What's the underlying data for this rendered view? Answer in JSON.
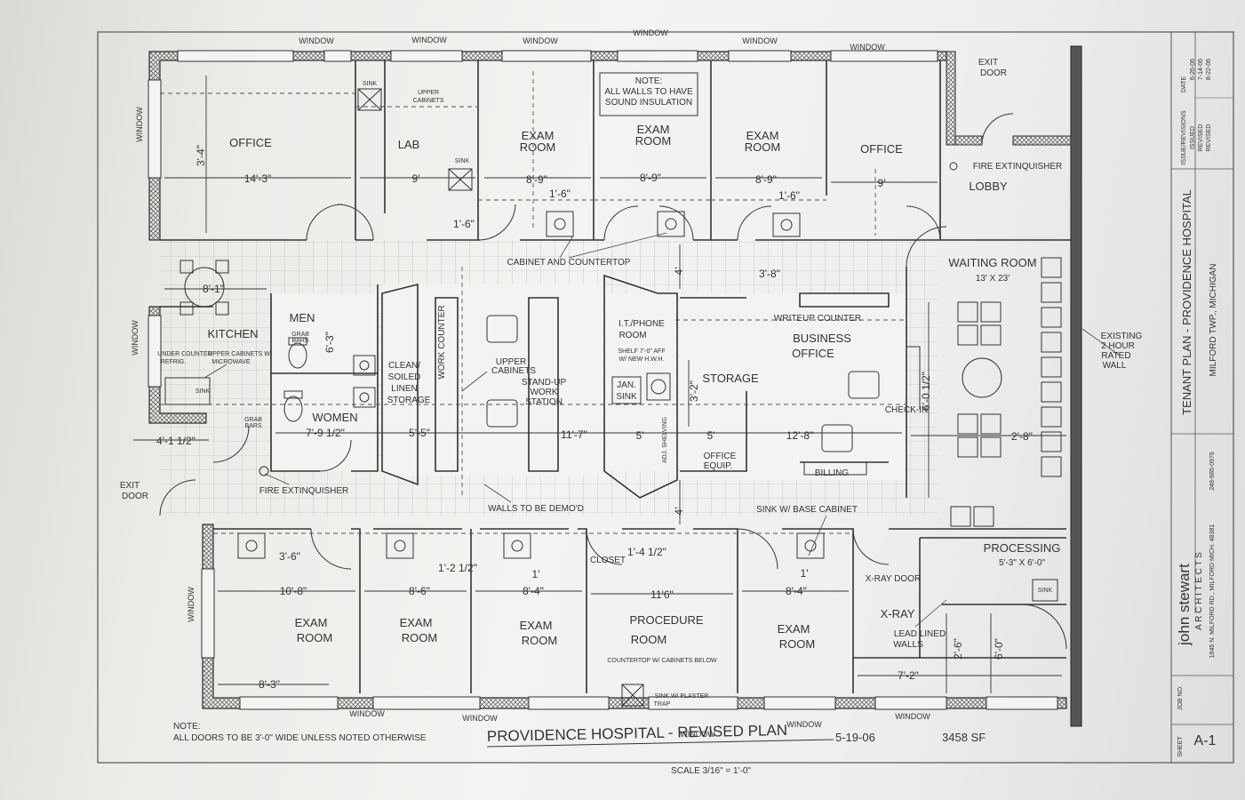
{
  "plan": {
    "title": "PROVIDENCE HOSPITAL - REVISED PLAN",
    "title_date": "5-19-06",
    "area": "3458 SF",
    "scale": "SCALE 3/16\" = 1'-0\"",
    "note_heading": "NOTE:",
    "note_text": "ALL DOORS TO BE 3'-0\" WIDE UNLESS NOTED OTHERWISE",
    "sound_note_1": "NOTE:",
    "sound_note_2": "ALL WALLS TO HAVE",
    "sound_note_3": "SOUND INSULATION",
    "window": "WINDOW",
    "exit_door_1": "EXIT",
    "exit_door_2": "DOOR",
    "existing_wall_1": "EXISTING",
    "existing_wall_2": "2 HOUR",
    "existing_wall_3": "RATED",
    "existing_wall_4": "WALL"
  },
  "rooms": {
    "office": "OFFICE",
    "lab": "LAB",
    "exam_1": "EXAM",
    "exam_2": "ROOM",
    "lobby": "LOBBY",
    "waiting": "WAITING ROOM",
    "waiting_size": "13' X 23'",
    "kitchen": "KITCHEN",
    "men": "MEN",
    "women": "WOMEN",
    "clean_1": "CLEAN/",
    "clean_2": "SOILED",
    "clean_3": "LINEN",
    "clean_4": "STORAGE",
    "work_counter": "WORK COUNTER",
    "upper_cab_1": "UPPER",
    "upper_cab_2": "CABINETS",
    "standup_1": "STAND-UP",
    "standup_2": "WORK",
    "standup_3": "STATION",
    "it_1": "I.T./PHONE",
    "it_2": "ROOM",
    "it_shelf_1": "SHELF 7'-0\" AFF",
    "it_shelf_2": "W/ NEW H.W.H.",
    "jan_1": "JAN.",
    "jan_2": "SINK",
    "storage": "STORAGE",
    "business_1": "BUSINESS",
    "business_2": "OFFICE",
    "writeup": "WRITEUP COUNTER",
    "checkin": "CHECK-IN",
    "billing": "BILLING",
    "office_equip_1": "OFFICE",
    "office_equip_2": "EQUIP.",
    "adj_shelving": "ADJ. SHELVING",
    "closet": "CLOSET",
    "procedure_1": "PROCEDURE",
    "procedure_2": "ROOM",
    "xray": "X-RAY",
    "xray_door": "X-RAY DOOR",
    "lead_1": "LEAD LINED",
    "lead_2": "WALLS",
    "processing": "PROCESSING",
    "processing_size": "5'-3\" X 6'-0\"",
    "sink": "SINK",
    "grab_1": "GRAB",
    "grab_2": "BARS",
    "under_1": "UNDER COUNTER",
    "under_2": "REFRIG.",
    "upper_micro_1": "UPPER CABINETS W/",
    "upper_micro_2": "MICROWAVE"
  },
  "labels": {
    "cabinet_countertop": "CABINET AND COUNTERTOP",
    "fire_ext": "FIRE EXTINQUISHER",
    "walls_demo": "WALLS TO BE DEMO'D",
    "sink_base": "SINK W/ BASE CABINET",
    "countertop_below": "COUNTERTOP W/ CABINETS BELOW",
    "sink_plaster_1": "SINK W/ PLASTER",
    "sink_plaster_2": "TRAP"
  },
  "dims": {
    "d_3_4": "3'-4\"",
    "d_14_3": "14'-3\"",
    "d_9": "9'",
    "d_8_9": "8'-9\"",
    "d_1_6": "1'-6\"",
    "d_4": "4'",
    "d_3_8": "3'-8\"",
    "d_8_1": "8'-1\"",
    "d_6_3": "6'-3\"",
    "d_7_9h": "7'-9 1/2\"",
    "d_5_5": "5'-5\"",
    "d_11_7": "11'-7\"",
    "d_5": "5'",
    "d_12_8": "12'-8\"",
    "d_2_8": "2'-8\"",
    "d_4_1h": "4'-1 1/2\"",
    "d_3_2": "3'-2\"",
    "d_6_0h": "6'-0 1/2\"",
    "d_3_6": "3'-6\"",
    "d_1_2h": "1'-2 1/2\"",
    "d_1": "1'",
    "d_1_4h": "1'-4 1/2\"",
    "d_11_6": "11'6\"",
    "d_10_8": "10'-8\"",
    "d_8_6": "8'-6\"",
    "d_8_4": "8'-4\"",
    "d_8_3": "8'-3\"",
    "d_7_2": "7'-2\"",
    "d_2_6": "2'-6\"",
    "d_6_0": "6'-0\""
  },
  "titleblock": {
    "job_no": "JOB NO.",
    "sheet": "SHEET",
    "sheet_no": "A-1",
    "firm": "john stewart",
    "firm_sub": "A R C H I T E C T S",
    "address": "1645 N. MILFORD RD., MILFORD MICH. 48381",
    "phone": "248-685-0976",
    "project": "TENANT PLAN - PROVIDENCE HOSPITAL",
    "location": "MILFORD TWP., MICHIGAN",
    "issue_head": "ISSUE/REVISIONS",
    "issue_1": "ISSUED",
    "issue_2": "REVISED",
    "issue_3": "REVISED",
    "date_head": "DATE",
    "date_1": "6-26-06",
    "date_2": "7-14-06",
    "date_3": "8-22-06"
  }
}
